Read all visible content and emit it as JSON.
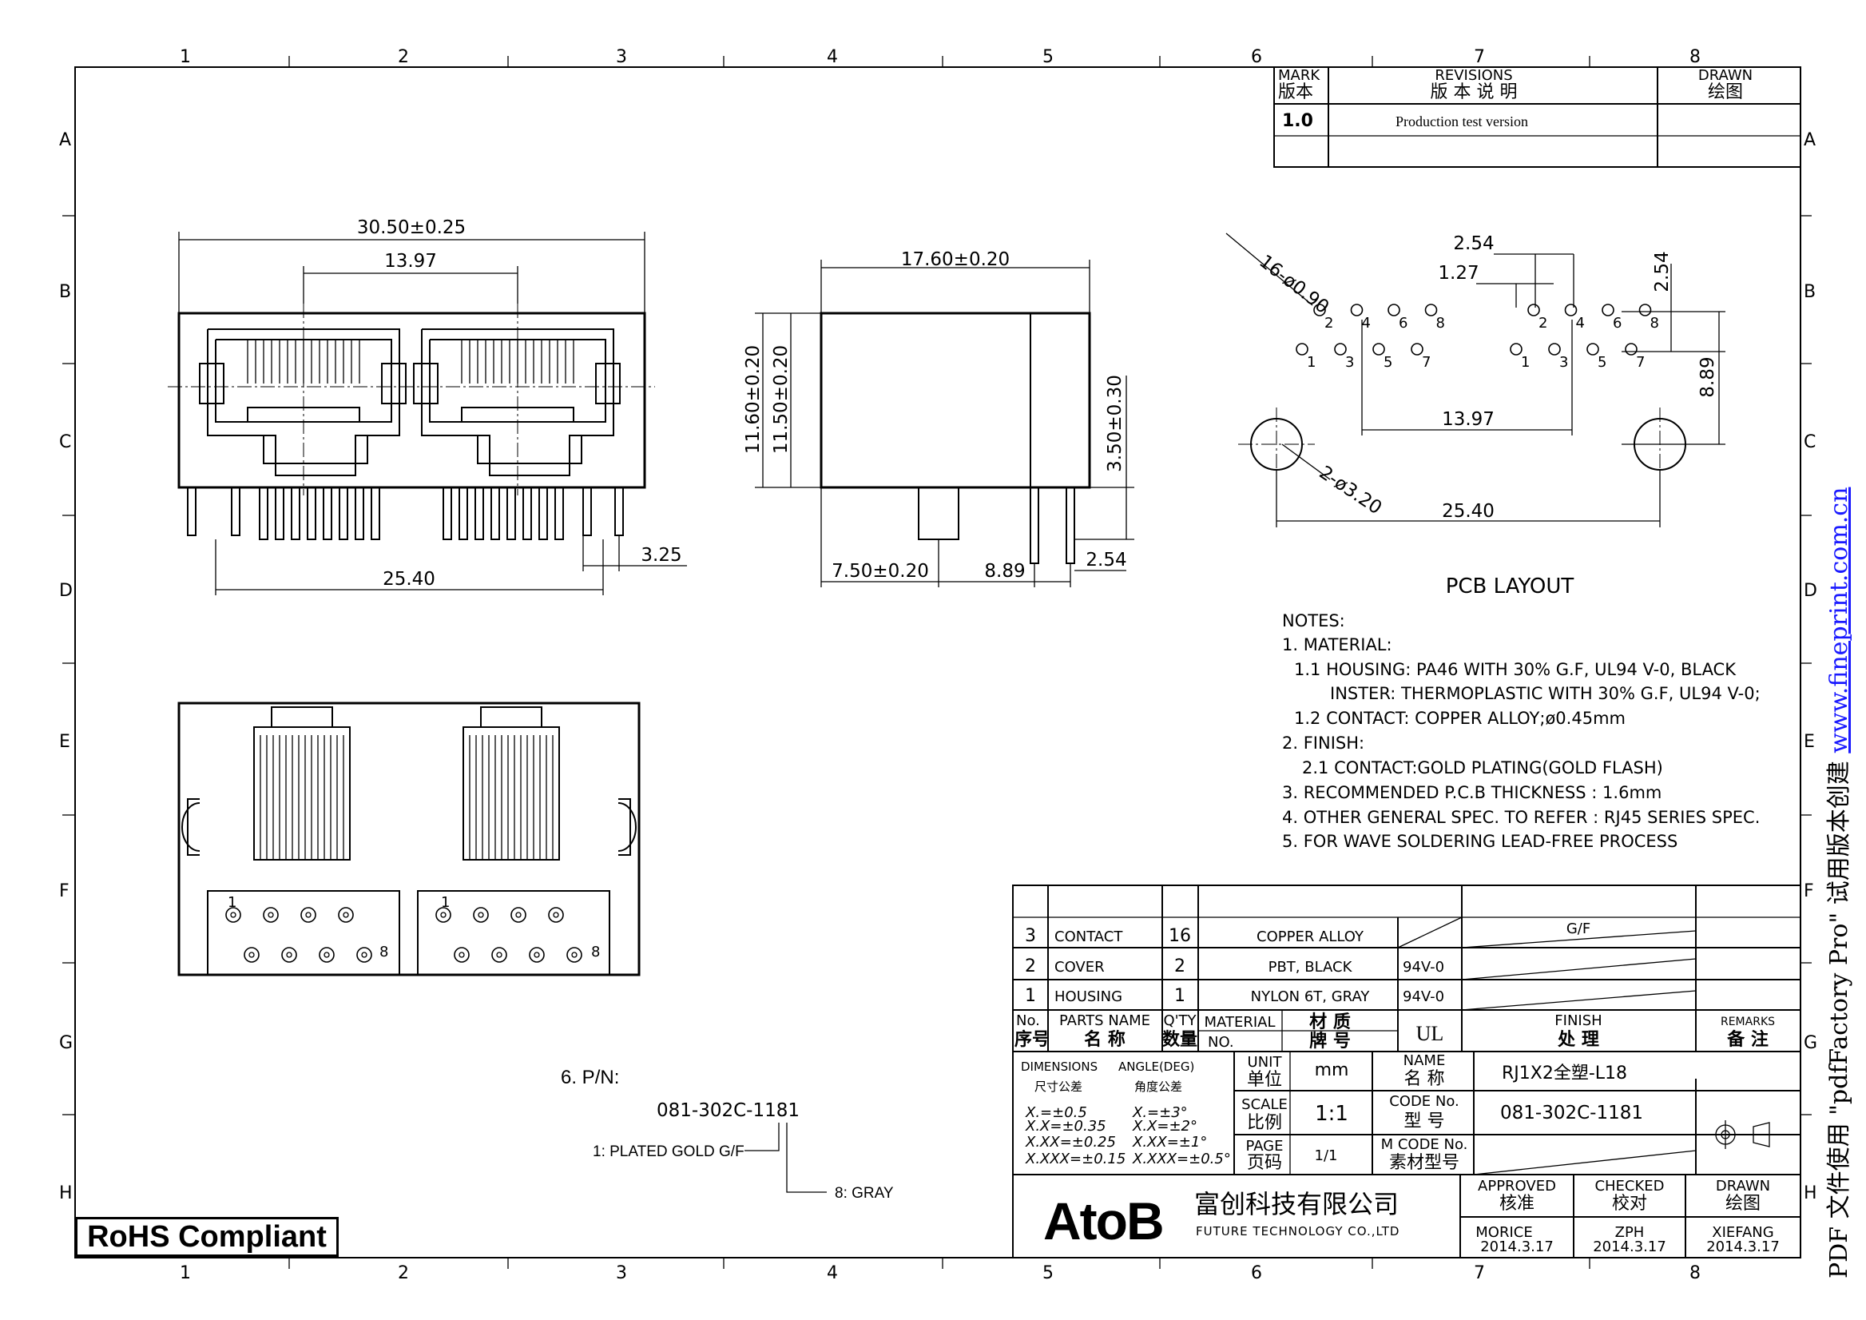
{
  "frame": {
    "col_labels": [
      "1",
      "2",
      "3",
      "4",
      "5",
      "6",
      "7",
      "8"
    ],
    "row_labels": [
      "A",
      "B",
      "C",
      "D",
      "E",
      "F",
      "G",
      "H"
    ]
  },
  "revisions": {
    "mark_en": "MARK",
    "mark_cn": "版本",
    "revisions_en": "REVISIONS",
    "revisions_cn": "版 本 说 明",
    "drawn_en": "DRAWN",
    "drawn_cn": "绘图",
    "rows": [
      {
        "mark": "1.0",
        "text": "Production test version"
      }
    ]
  },
  "front_view": {
    "dim_overall": "30.50±0.25",
    "dim_port": "13.97",
    "dim_pins": "25.40",
    "dim_offset": "3.25"
  },
  "side_view": {
    "dim_length": "17.60±0.20",
    "dim_h1": "11.60±0.20",
    "dim_h2": "11.50±0.20",
    "dim_pin": "3.50±0.30",
    "dim_a": "7.50±0.20",
    "dim_b": "8.89",
    "dim_c": "2.54"
  },
  "pcb_layout": {
    "title": "PCB LAYOUT",
    "holes_callout": "16-ø0.90",
    "mount_callout": "2-ø3.20",
    "dim_pitch": "2.54",
    "dim_half": "1.27",
    "dim_vert": "2.54",
    "dim_port": "13.97",
    "dim_mount": "25.40",
    "dim_row": "8.89",
    "top_pins": [
      "2",
      "4",
      "6",
      "8"
    ],
    "bottom_pins": [
      "1",
      "3",
      "5",
      "7"
    ]
  },
  "notes": {
    "title": "NOTES:",
    "lines": [
      "1. MATERIAL:",
      "1.1 HOUSING: PA46 WITH 30% G.F, UL94 V-0, BLACK",
      "INSTER: THERMOPLASTIC WITH 30% G.F, UL94 V-0;",
      "1.2 CONTACT: COPPER ALLOY;ø0.45mm",
      "2. FINISH:",
      "2.1 CONTACT:GOLD PLATING(GOLD FLASH)",
      "3. RECOMMENDED P.C.B THICKNESS : 1.6mm",
      "4. OTHER GENERAL SPEC. TO REFER : RJ45 SERIES SPEC.",
      "5. FOR WAVE SOLDERING LEAD-FREE PROCESS"
    ]
  },
  "bottom_view": {
    "pin_labels": [
      "1",
      "8",
      "1",
      "8"
    ]
  },
  "part_number": {
    "title": "6. P/N:",
    "code": "081-302C-1181",
    "opt1": "1: PLATED GOLD G/F",
    "opt2": "8: GRAY"
  },
  "rohs": "RoHS Compliant",
  "bom": {
    "rows": [
      {
        "no": "3",
        "name": "CONTACT",
        "qty": "16",
        "material": "COPPER ALLOY",
        "grade": "",
        "finish": "G/F"
      },
      {
        "no": "2",
        "name": "COVER",
        "qty": "2",
        "material": "PBT, BLACK",
        "grade": "94V-0",
        "finish": ""
      },
      {
        "no": "1",
        "name": "HOUSING",
        "qty": "1",
        "material": "NYLON 6T, GRAY",
        "grade": "94V-0",
        "finish": ""
      }
    ],
    "hdr_no_en": "No.",
    "hdr_no_cn": "序号",
    "hdr_name_en": "PARTS NAME",
    "hdr_name_cn": "名 称",
    "hdr_qty_en": "Q'TY",
    "hdr_qty_cn": "数量",
    "hdr_mat_en": "MATERIAL",
    "hdr_mat_cn": "材 质",
    "hdr_matno_en": "NO.",
    "hdr_matno_cn": "牌 号",
    "hdr_ul": "UL",
    "hdr_finish_en": "FINISH",
    "hdr_finish_cn": "处 理",
    "hdr_remarks_en": "REMARKS",
    "hdr_remarks_cn": "备 注"
  },
  "title_block": {
    "dims_en": "DIMENSIONS",
    "dims_cn": "尺寸公差",
    "angle_en": "ANGLE(DEG)",
    "angle_cn": "角度公差",
    "tol": [
      "X.=±0.5",
      "X.X=±0.35",
      "X.XX=±0.25",
      "X.XXX=±0.15"
    ],
    "ang": [
      "X.=±3°",
      "X.X=±2°",
      "X.XX=±1°",
      "X.XXX=±0.5°"
    ],
    "unit_en": "UNIT",
    "unit_cn": "单位",
    "unit_val": "mm",
    "scale_en": "SCALE",
    "scale_cn": "比例",
    "scale_val": "1:1",
    "page_en": "PAGE",
    "page_cn": "页码",
    "page_val": "1/1",
    "name_en": "NAME",
    "name_cn": "名 称",
    "name_val": "RJ1X2全塑-L18",
    "code_en": "CODE No.",
    "code_cn": "型 号",
    "code_val": "081-302C-1181",
    "mcode_en": "M CODE No.",
    "mcode_cn": "素材型号",
    "mcode_val": "",
    "company_logo": "AtoB",
    "company_cn": "富创科技有限公司",
    "company_en": "FUTURE TECHNOLOGY CO.,LTD",
    "approved_en": "APPROVED",
    "approved_cn": "核准",
    "checked_en": "CHECKED",
    "checked_cn": "校对",
    "drawn_en": "DRAWN",
    "drawn_cn": "绘图",
    "approved_by": "MORICE",
    "approved_date": "2014.3.17",
    "checked_by": "ZPH",
    "checked_date": "2014.3.17",
    "drawn_by": "XIEFANG",
    "drawn_date": "2014.3.17"
  },
  "watermark": {
    "prefix": "PDF 文件使用 \"pdfFactory Pro\" 试用版本创建 ",
    "link": "www.fineprint.com.cn",
    "link_color": "#1a1aff"
  }
}
